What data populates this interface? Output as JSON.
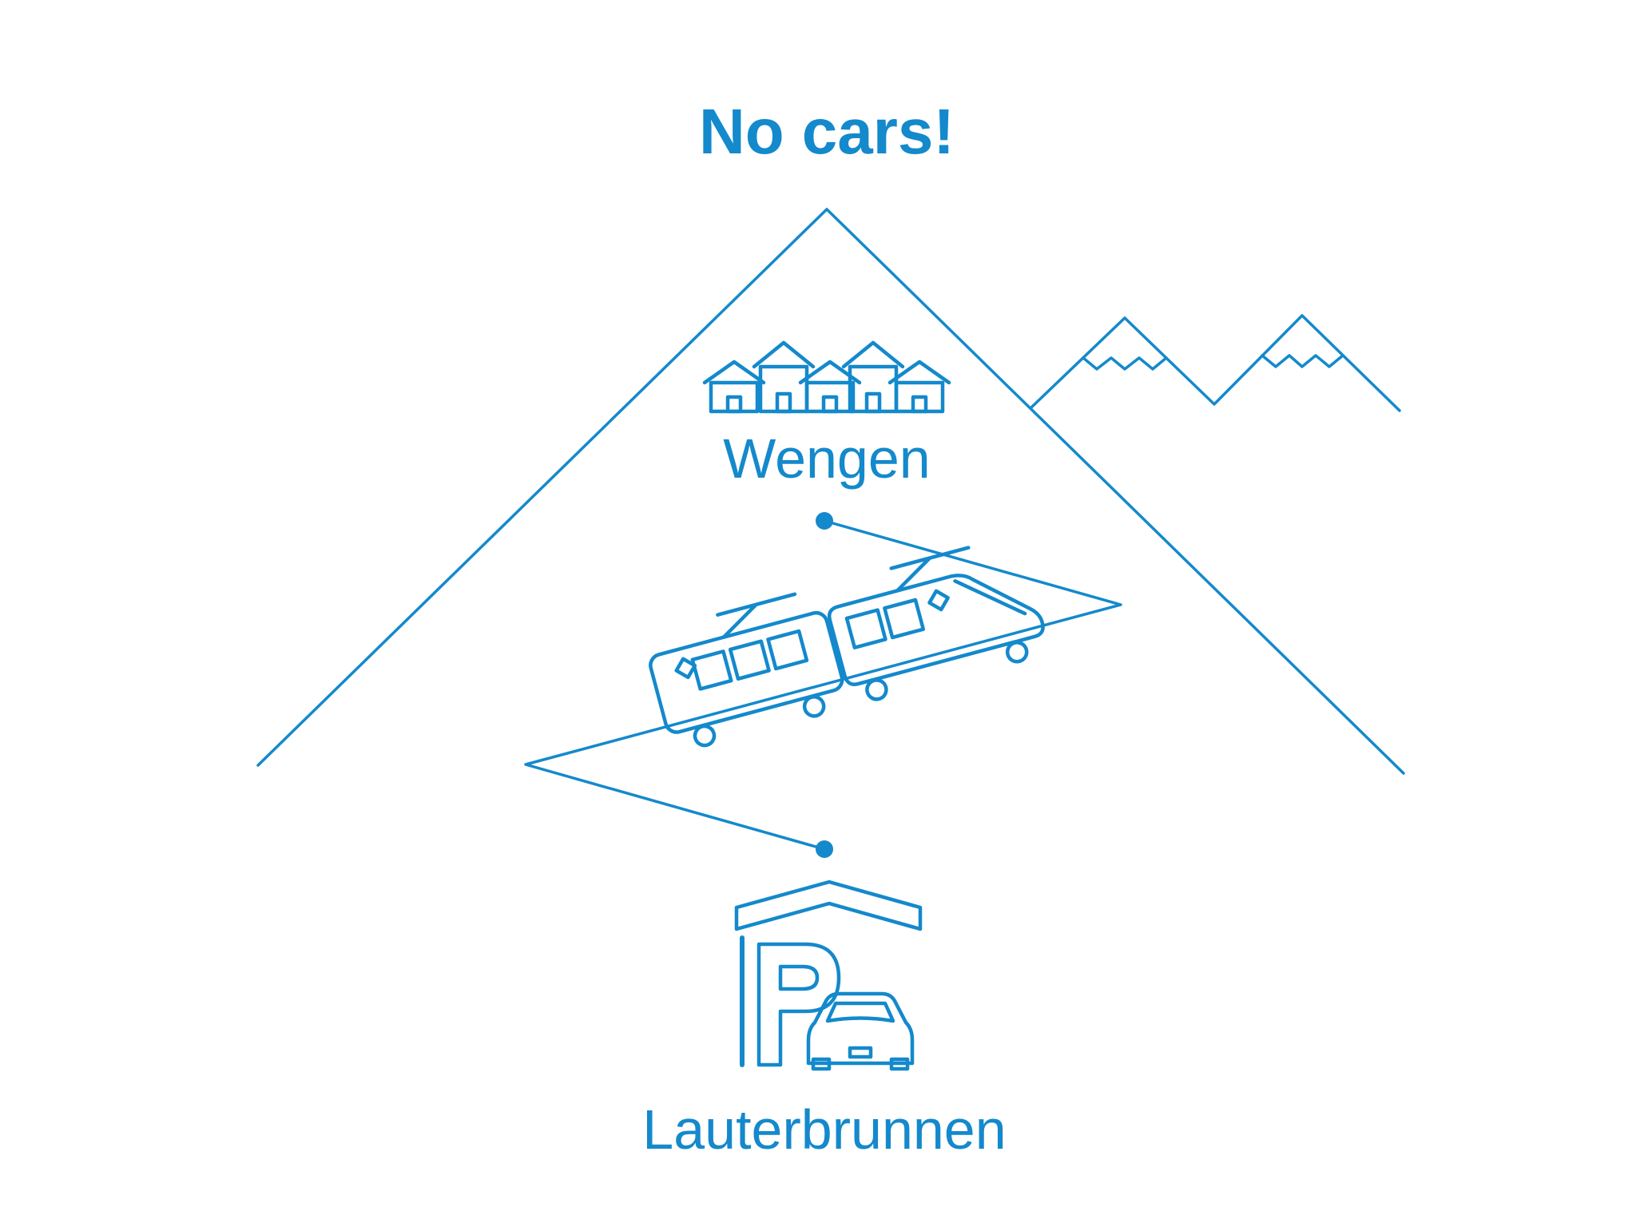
{
  "theme": {
    "accent": "#1489cc",
    "background": "#ffffff"
  },
  "diagram": {
    "title": "No cars!",
    "top_station": {
      "label": "Wengen",
      "icon": "village-houses-icon",
      "marker": "station-dot"
    },
    "bottom_station": {
      "label": "Lauterbrunnen",
      "icon": "parking-garage-car-icon",
      "marker": "station-dot"
    },
    "connection": {
      "type": "cog-railway-zigzag-line",
      "vehicle": "train-icon"
    },
    "scenery": [
      "mountain-outline-icon",
      "snow-capped-peaks-icon"
    ]
  }
}
